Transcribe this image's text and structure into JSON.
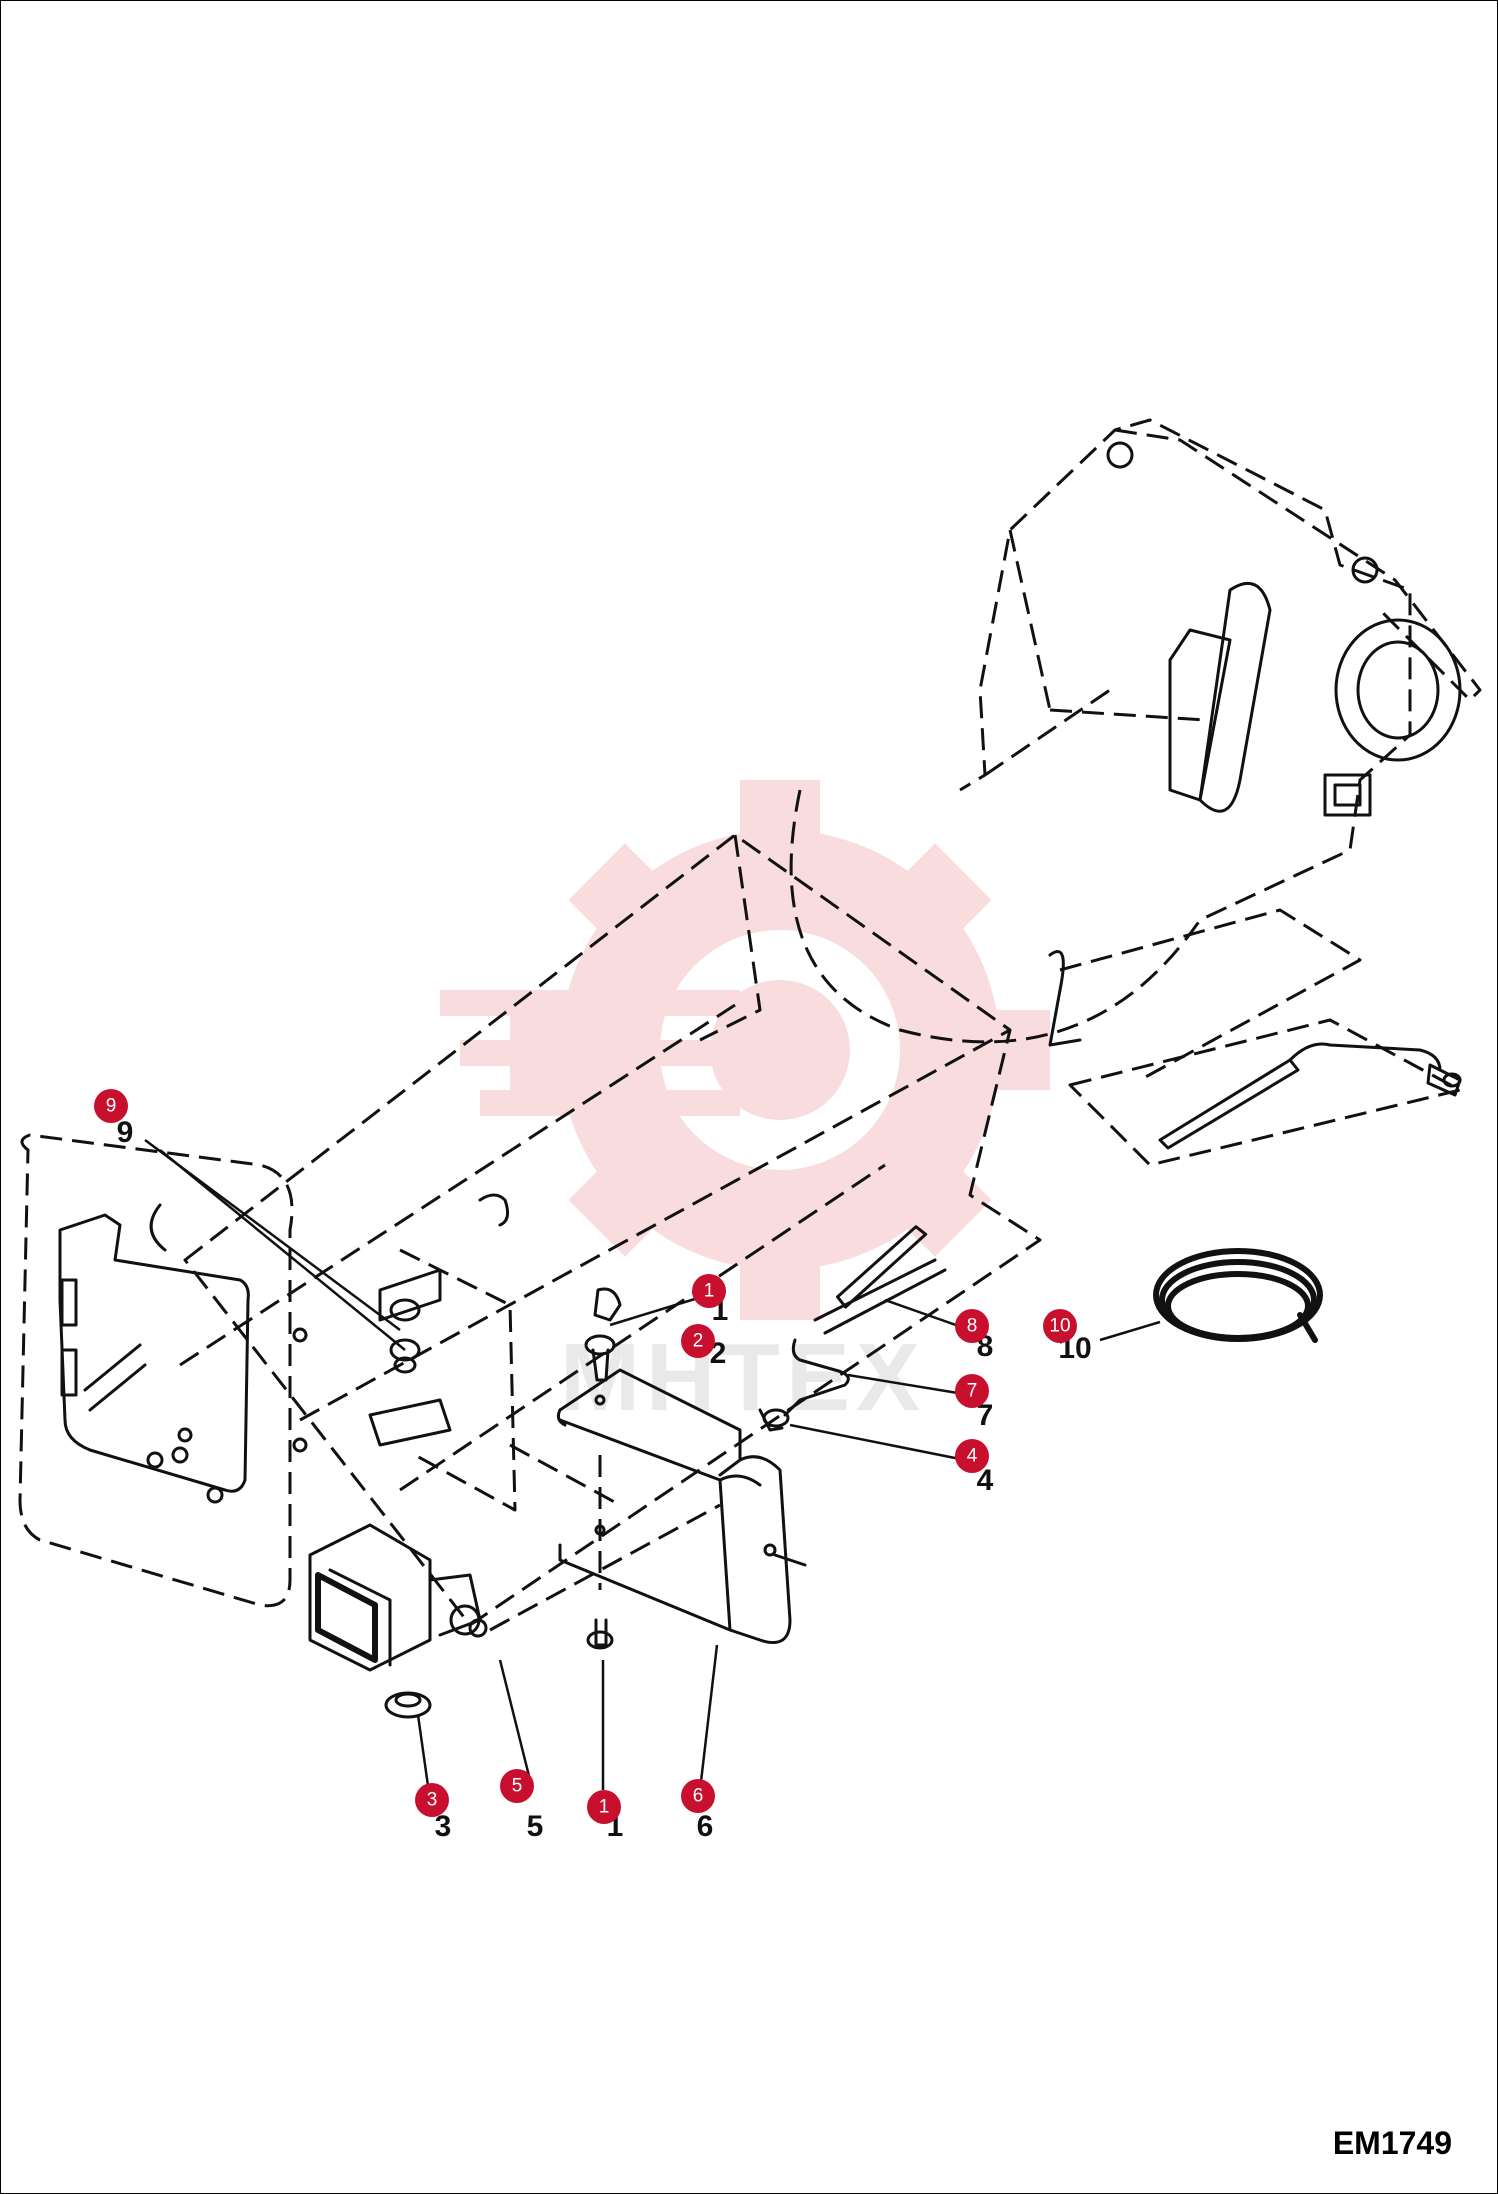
{
  "diagram_code": "EM1749",
  "watermark": {
    "text": "MHTEX",
    "color": "#f4c0c4"
  },
  "callouts": [
    {
      "number": "1",
      "label": "1"
    },
    {
      "number": "2",
      "label": "2"
    },
    {
      "number": "3",
      "label": "3"
    },
    {
      "number": "4",
      "label": "4"
    },
    {
      "number": "5",
      "label": "5"
    },
    {
      "number": "6",
      "label": "6"
    },
    {
      "number": "7",
      "label": "7"
    },
    {
      "number": "8",
      "label": "8"
    },
    {
      "number": "9",
      "label": "9"
    },
    {
      "number": "10",
      "label": "10"
    },
    {
      "number": "1",
      "label": "1"
    }
  ],
  "callout_color": "#c8102e"
}
